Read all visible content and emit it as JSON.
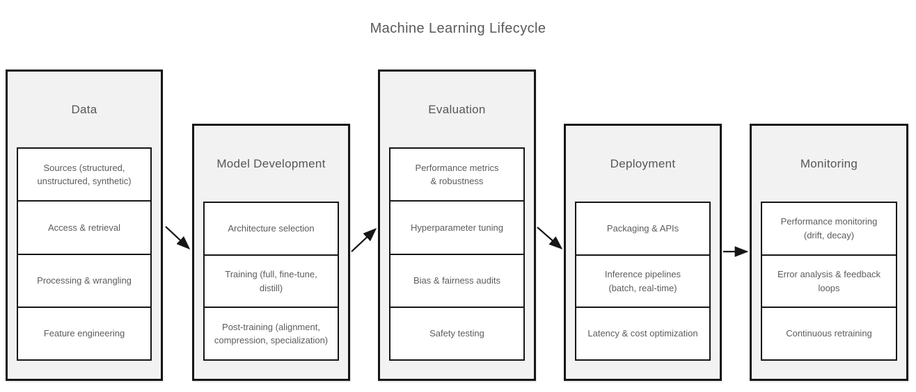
{
  "title": "Machine Learning Lifecycle",
  "stages": [
    {
      "name": "Data",
      "items": [
        "Sources (structured,\nunstructured, synthetic)",
        "Access & retrieval",
        "Processing & wrangling",
        "Feature engineering"
      ]
    },
    {
      "name": "Model Development",
      "items": [
        "Architecture selection",
        "Training (full, fine-tune,\ndistill)",
        "Post-training (alignment,\ncompression, specialization)"
      ]
    },
    {
      "name": "Evaluation",
      "items": [
        "Performance metrics\n& robustness",
        "Hyperparameter tuning",
        "Bias & fairness audits",
        "Safety testing"
      ]
    },
    {
      "name": "Deployment",
      "items": [
        "Packaging & APIs",
        "Inference pipelines\n(batch, real-time)",
        "Latency & cost optimization"
      ]
    },
    {
      "name": "Monitoring",
      "items": [
        "Performance monitoring\n(drift, decay)",
        "Error analysis & feedback loops",
        "Continuous retraining"
      ]
    }
  ],
  "connectors": [
    {
      "from": "Data",
      "to": "Model Development",
      "direction": "down-right"
    },
    {
      "from": "Model Development",
      "to": "Evaluation",
      "direction": "up-right"
    },
    {
      "from": "Evaluation",
      "to": "Deployment",
      "direction": "down-right"
    },
    {
      "from": "Deployment",
      "to": "Monitoring",
      "direction": "right"
    }
  ],
  "colors": {
    "stage_fill": "#f2f2f2",
    "item_fill": "#ffffff",
    "border": "#161616",
    "text": "#5c5c5c"
  }
}
